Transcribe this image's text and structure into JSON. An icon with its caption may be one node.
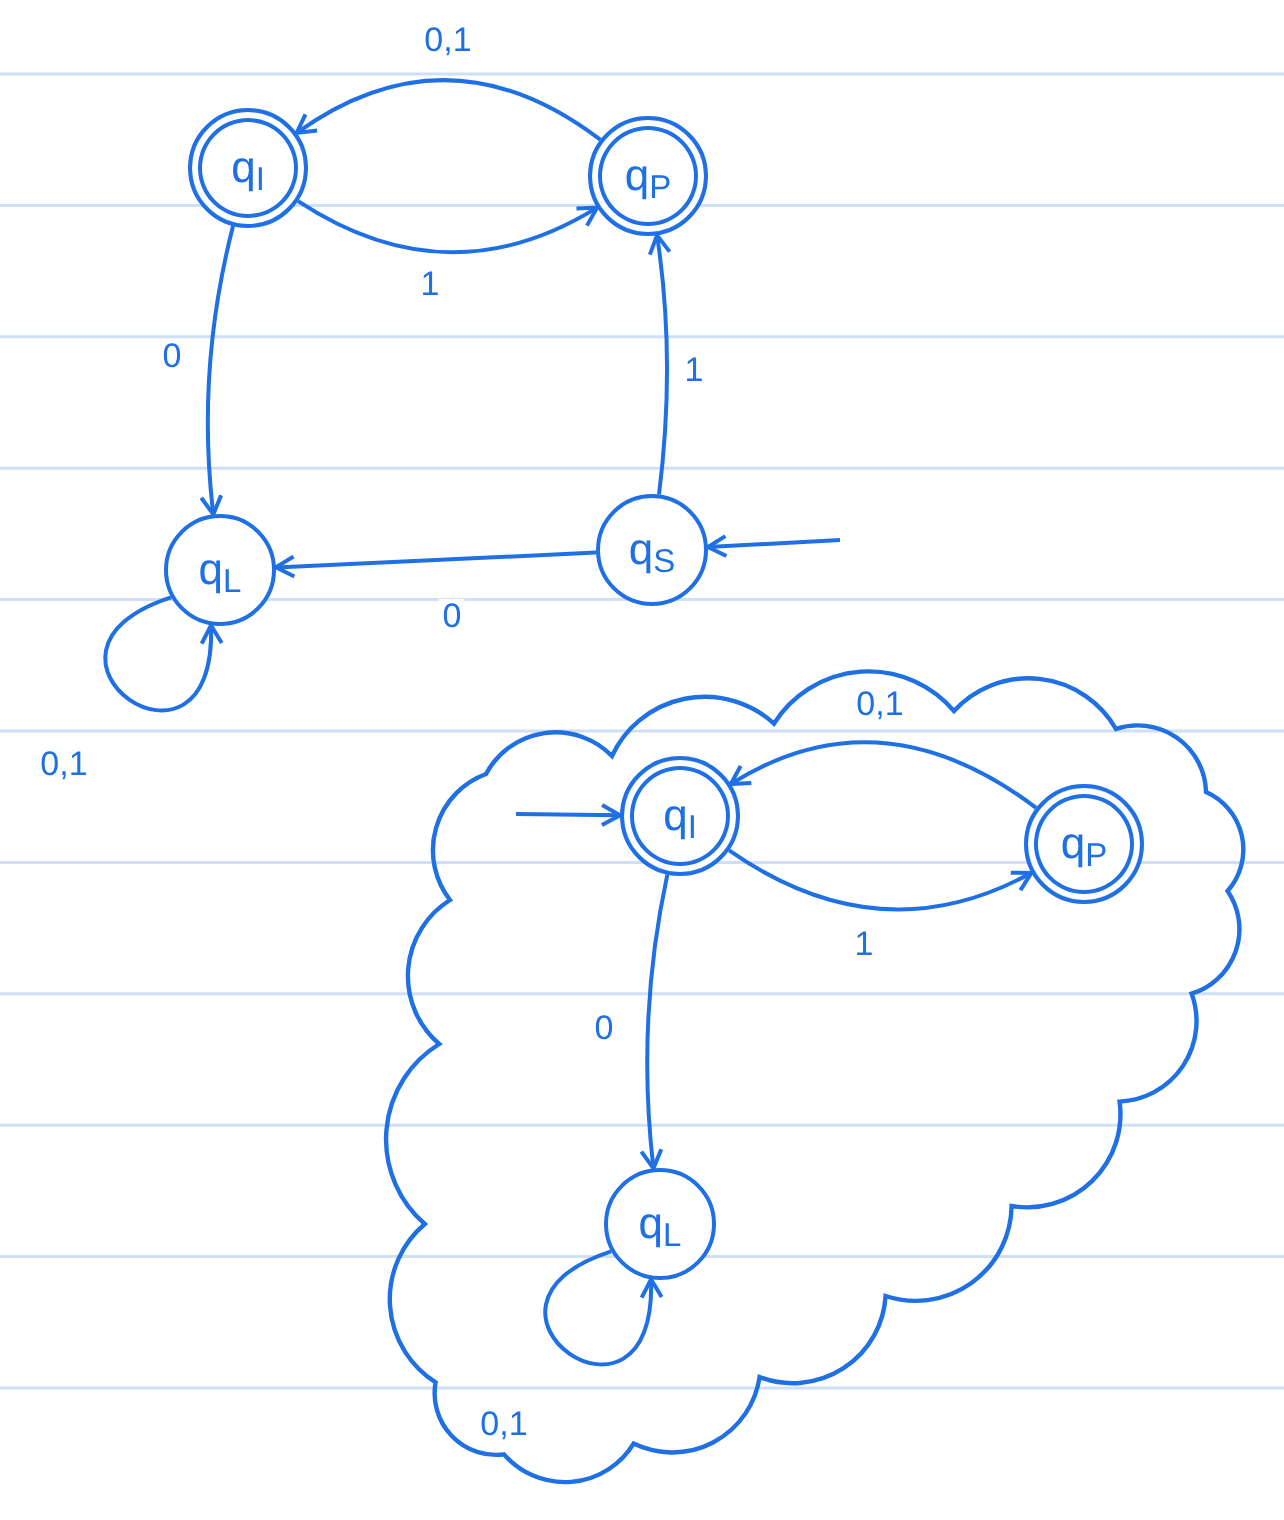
{
  "diagram": {
    "nodes": [
      {
        "text": [
          "q$_{I}$"
        ]
      },
      {
        "text": [
          "q$_{P}$"
        ]
      },
      {
        "text": [
          "q$_{L}$"
        ]
      },
      {
        "text": [
          "q$_{S}$"
        ]
      },
      {
        "text": [],
        "shape": "cloud"
      },
      {
        "text": [
          "q$_{I}$"
        ],
        "in": 4
      },
      {
        "text": [
          "q$_{P}$"
        ],
        "in": 4
      },
      {
        "text": [
          "q$_{L}$"
        ],
        "in": 4
      }
    ],
    "edges": [
      {
        "from": 1,
        "to": 0,
        "arrow": "to",
        "label": "0,1"
      },
      {
        "from": 0,
        "to": 1,
        "arrow": "to",
        "label": "1"
      },
      {
        "from": 0,
        "to": 2,
        "arrow": "to",
        "label": "0"
      },
      {
        "from": 3,
        "to": 1,
        "arrow": "to",
        "label": "1"
      },
      {
        "from": 3,
        "to": 2,
        "arrow": "to",
        "label": "0"
      },
      {
        "from": 2,
        "to": 2,
        "arrow": "to",
        "label": "0,1"
      },
      {
        "from": null,
        "to": 3,
        "arrow": "to"
      },
      {
        "from": 6,
        "to": 5,
        "arrow": "to",
        "label": "0,1"
      },
      {
        "from": 5,
        "to": 6,
        "arrow": "to",
        "label": "1"
      },
      {
        "from": 5,
        "to": 7,
        "arrow": "to",
        "label": "0"
      },
      {
        "from": 7,
        "to": 7,
        "arrow": "to",
        "label": "0,1"
      },
      {
        "from": null,
        "to": 5,
        "arrow": "to"
      }
    ]
  }
}
